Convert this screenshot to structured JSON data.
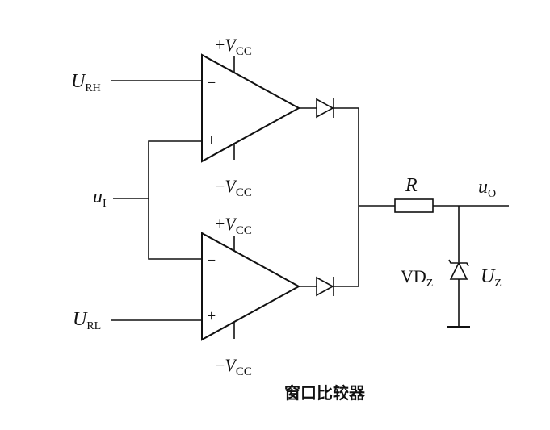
{
  "caption": "窗口比较器",
  "inputs": {
    "urh": {
      "main": "U",
      "sub": "RH"
    },
    "url": {
      "main": "U",
      "sub": "RL"
    },
    "ui": {
      "main": "u",
      "sub": "I"
    }
  },
  "output": {
    "main": "u",
    "sub": "O"
  },
  "resistor": {
    "label": "R"
  },
  "zener": {
    "name_main": "VD",
    "name_sub": "Z",
    "voltage_main": "U",
    "voltage_sub": "Z"
  },
  "supply": {
    "top_pos_prefix": "+",
    "top_neg_prefix": "−",
    "bot_pos_prefix": "+",
    "bot_neg_prefix": "−",
    "main": "V",
    "sub": "CC"
  },
  "opamp_pins": {
    "top_minus": "−",
    "top_plus": "+",
    "bot_minus": "−",
    "bot_plus": "+"
  }
}
